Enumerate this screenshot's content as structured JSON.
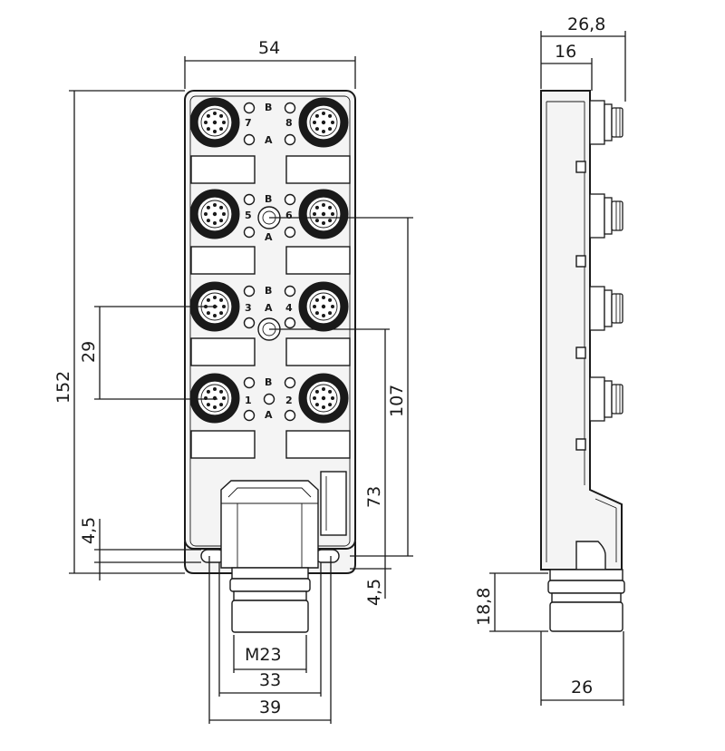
{
  "dimensions": {
    "width_body": "54",
    "depth_total": "26,8",
    "depth_connector": "16",
    "height_total": "152",
    "pitch": "29",
    "mount_offset_top": "4,5",
    "mount_offset_bottom": "4,5",
    "ref_top": "107",
    "ref_mid": "73",
    "thread": "M23",
    "nut_width": "33",
    "flange_width": "39",
    "plug_length": "18,8",
    "side_width": "26"
  },
  "port_labels": {
    "row1_left": "7",
    "row1_right": "8",
    "row2_left": "5",
    "row2_right": "6",
    "row3_left": "3",
    "row3_right": "4",
    "row4_left": "1",
    "row4_right": "2"
  },
  "led_labels": {
    "b": "B",
    "a": "A"
  }
}
